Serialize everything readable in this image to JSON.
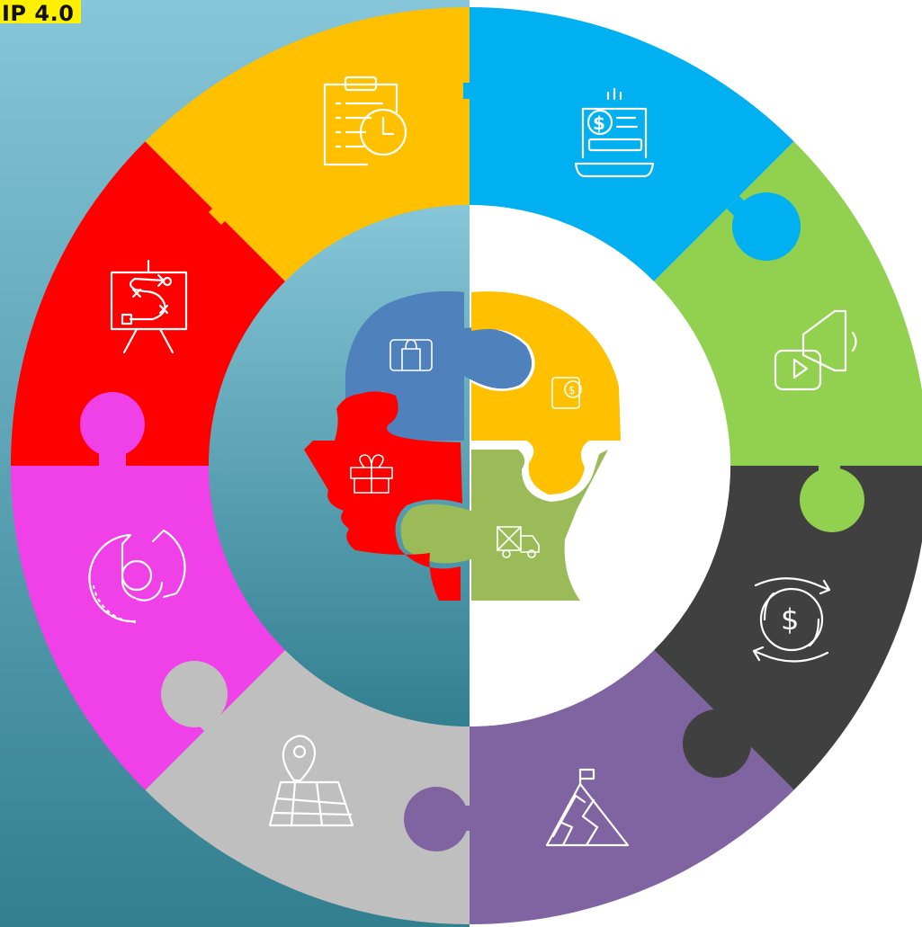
{
  "badge": {
    "text": "IP 4.0"
  },
  "colors": {
    "background_top": "#86c6d8",
    "background_bottom": "#327f90",
    "yellow": "#ffc000",
    "blue": "#00b0f0",
    "green": "#92d050",
    "dark": "#404040",
    "purple": "#8064a2",
    "grey": "#bfbfbf",
    "magenta": "#f040e8",
    "red": "#ff0000",
    "head_blue": "#4f81bd",
    "head_yellow": "#ffc000",
    "head_green": "#9bbb59",
    "head_red": "#ff0000",
    "badge": "#ffef00"
  },
  "ring_segments": [
    {
      "name": "yellow",
      "icon": "clipboard-clock-icon"
    },
    {
      "name": "blue",
      "icon": "laptop-payment-icon"
    },
    {
      "name": "green",
      "icon": "megaphone-video-icon"
    },
    {
      "name": "dark",
      "icon": "dollar-cycle-icon"
    },
    {
      "name": "purple",
      "icon": "mountain-flag-icon"
    },
    {
      "name": "grey",
      "icon": "map-pin-icon"
    },
    {
      "name": "magenta",
      "icon": "target-chart-icon"
    },
    {
      "name": "red",
      "icon": "strategy-board-icon"
    }
  ],
  "head_pieces": [
    {
      "name": "blue",
      "icon": "tablet-shopping-bag-icon"
    },
    {
      "name": "yellow",
      "icon": "tablet-dollar-icon"
    },
    {
      "name": "red",
      "icon": "gift-icon"
    },
    {
      "name": "green",
      "icon": "delivery-truck-icon"
    }
  ],
  "icon_glyphs": {
    "dollar": "$"
  }
}
